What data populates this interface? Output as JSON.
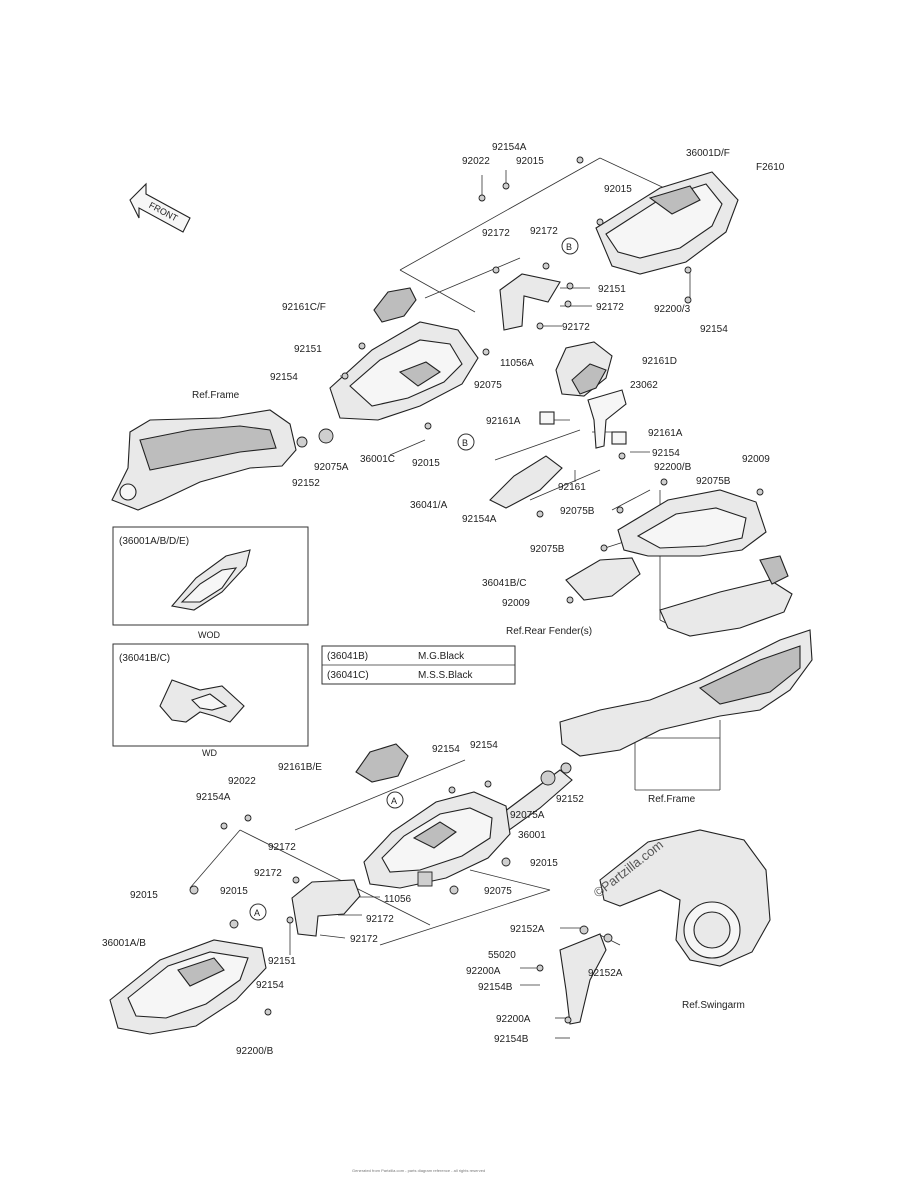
{
  "figure_code": "F2610",
  "front_label": "FRONT",
  "watermark": "©Partzilla.com",
  "callouts": {
    "c1": "92154A",
    "c2": "92022",
    "c3": "92015",
    "c4": "36001D/F",
    "c5": "92015",
    "c6": "92172",
    "c7": "92172",
    "c8": "92161C/F",
    "c9": "92151",
    "c10": "92172",
    "c11": "92200/3",
    "c12": "92154",
    "c13": "92172",
    "c14": "92151",
    "c15": "11056A",
    "c16": "92154",
    "c17": "92075",
    "c18": "92161D",
    "c19": "23062",
    "c20": "Ref.Frame",
    "c21": "92075A",
    "c22": "36001C",
    "c23": "92015",
    "c24": "92161A",
    "c25": "92161A",
    "c26": "92154",
    "c27": "92152",
    "c28": "92161",
    "c29": "92200/B",
    "c30": "92009",
    "c31": "92075B",
    "c32": "36041/A",
    "c33": "92075B",
    "c34": "92154A",
    "c35": "92075B",
    "c36": "36041B/C",
    "c37": "92009",
    "c38": "Ref.Rear Fender(s)",
    "c39": "92154",
    "c40": "92154",
    "c41": "92161B/E",
    "c42": "92022",
    "c43": "92152",
    "c44": "92154A",
    "c45": "92075A",
    "c46": "Ref.Frame",
    "c47": "36001",
    "c48": "92172",
    "c49": "92015",
    "c50": "92172",
    "c51": "11056",
    "c52": "92075",
    "c53": "92015",
    "c54": "92015",
    "c55": "92172",
    "c56": "92172",
    "c57": "36001A/B",
    "c58": "92151",
    "c59": "92152A",
    "c60": "55020",
    "c61": "92200A",
    "c62": "92152A",
    "c63": "92154B",
    "c64": "92154",
    "c65": "Ref.Swingarm",
    "c66": "92200A",
    "c67": "92200/B",
    "c68": "92154B"
  },
  "markers": {
    "A": "A",
    "B": "B"
  },
  "inset1": {
    "title": "(36001A/B/D/E)",
    "caption": "WOD"
  },
  "inset2": {
    "title": "(36041B/C)",
    "caption": "WD"
  },
  "color_table": {
    "rows": [
      {
        "code": "(36041B)",
        "color": "M.G.Black"
      },
      {
        "code": "(36041C)",
        "color": "M.S.S.Black"
      }
    ]
  },
  "footer_text": "Generated from Partzilla.com  -  parts diagram reference  -  all rights reserved"
}
